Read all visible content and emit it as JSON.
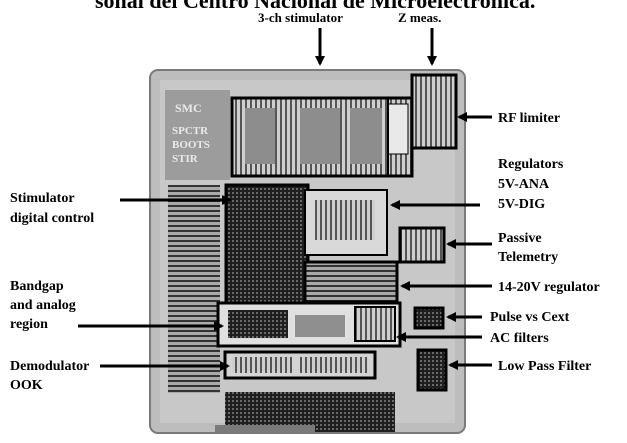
{
  "header_cut": "sonal del Centro Nacional de Microelectrónica.",
  "die_markings": [
    "SMC",
    "SPCTR",
    "BOOTS",
    "STIR"
  ],
  "labels": {
    "top_stimulator": "3-ch stimulator",
    "top_zmeas": "Z meas.",
    "rf_limiter": "RF limiter",
    "regulators": [
      "Regulators",
      "5V-ANA",
      "5V-DIG"
    ],
    "passive_telemetry": [
      "Passive",
      "Telemetry"
    ],
    "regulator_14_20": "14-20V regulator",
    "pulse_cext": "Pulse vs Cext",
    "ac_filters": "AC filters",
    "low_pass_filter": "Low Pass Filter",
    "stim_digital": [
      "Stimulator",
      "digital control"
    ],
    "bandgap": [
      "Bandgap",
      "and analog",
      "region"
    ],
    "demodulator": [
      "Demodulator",
      "OOK"
    ]
  },
  "colors": {
    "ink": "#000000",
    "die_base": "#b9b9b9",
    "die_dark": "#2a2a2a",
    "die_light": "#e6e6e6"
  }
}
